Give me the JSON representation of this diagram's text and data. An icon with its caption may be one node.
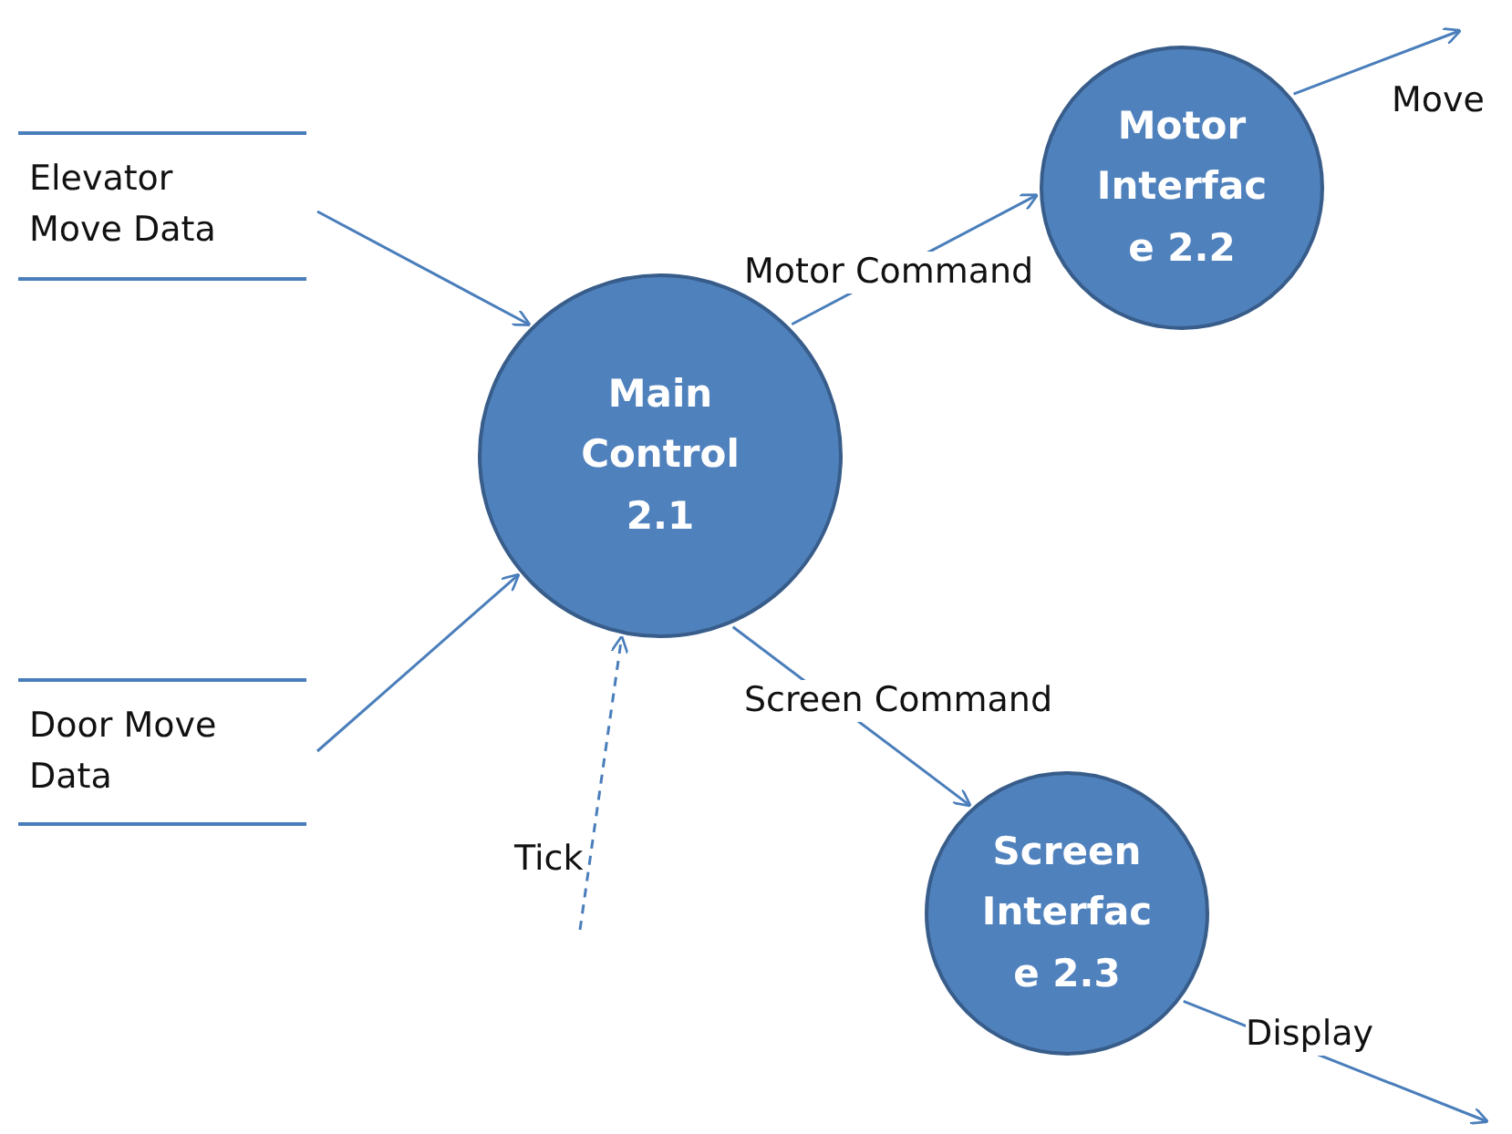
{
  "diagram": {
    "nodes": [
      {
        "text": [
          "Elevator Move Data"
        ]
      },
      {
        "text": [
          "Door Move Data"
        ]
      },
      {
        "text": [
          "Main Control 2.1"
        ]
      },
      {
        "text": [
          "Motor Interfac e 2.2"
        ]
      },
      {
        "text": [
          "Screen Interfac e 2.3"
        ]
      }
    ],
    "edges": [
      {
        "from": 0,
        "to": 2,
        "arrow": "to"
      },
      {
        "from": 1,
        "to": 2,
        "arrow": "to"
      },
      {
        "from": null,
        "to": 2,
        "arrow": "to",
        "label": "Tick",
        "style": "dashed"
      },
      {
        "from": 2,
        "to": 3,
        "arrow": "to",
        "label": "Motor Command"
      },
      {
        "from": 3,
        "to": null,
        "arrow": "to",
        "label": "Move"
      },
      {
        "from": 2,
        "to": 4,
        "arrow": "to",
        "label": "Screen Command"
      },
      {
        "from": 4,
        "to": null,
        "arrow": "to",
        "label": "Display"
      }
    ]
  }
}
